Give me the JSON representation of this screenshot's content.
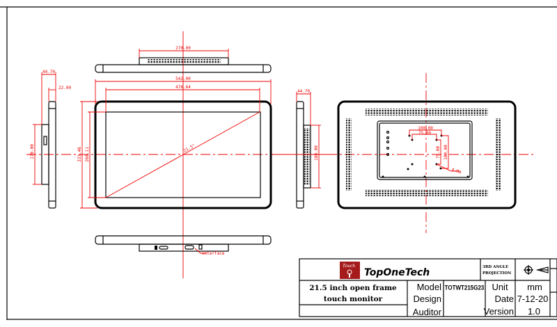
{
  "dimensions": {
    "top_back_width": "270.00",
    "overall_width": "542.00",
    "active_width": "476.64",
    "overall_height": "333.46",
    "active_height": "268.11",
    "diagonal": "21.5\"",
    "left_depth": "44.70",
    "left_bezel_depth": "22.00",
    "left_box_height": "170.00",
    "right_depth": "44.70",
    "right_box_height": "180.00",
    "vesa_outer": "100.00",
    "vesa_inner": "75.00",
    "vesa_outer_v": "100.00",
    "vesa_inner_v": "75.00",
    "screw_spec": "4-M4",
    "interface_label": "interface"
  },
  "title_block": {
    "logo_badge": "Touch",
    "company": "TopOneTech",
    "projection_line1": "3RD ANGLE",
    "projection_line2": "PROJECTION",
    "description_line1": "21.5 inch open frame",
    "description_line2": "touch monitor",
    "model_label": "Model",
    "model_value": "TOTWT215G23",
    "design_label": "Design",
    "design_value": "",
    "auditor_label": "Auditor",
    "auditor_value": "",
    "unit_label": "Unit",
    "unit_value": "mm",
    "date_label": "Date",
    "date_value": "7-12-20",
    "version_label": "Version",
    "version_value": "1.0"
  }
}
